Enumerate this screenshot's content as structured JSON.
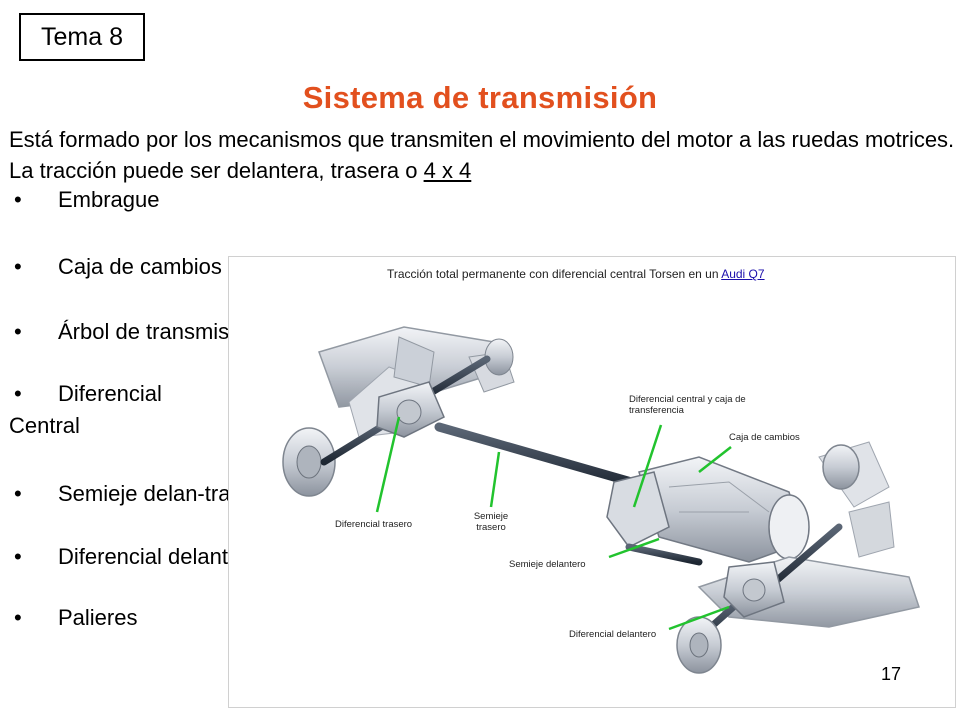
{
  "tema_label": "Tema 8",
  "title": "Sistema de transmisión",
  "intro": {
    "text_before": "Está formado por los mecanismos que transmiten el movimiento del motor a las ruedas motrices. La tracción puede ser delantera, trasera o ",
    "underlined": "4 x 4"
  },
  "bullets": [
    {
      "text": "Embrague"
    },
    {
      "text": "Caja de cambios"
    },
    {
      "text": "Árbol de transmisión"
    },
    {
      "text": "Diferencial",
      "continuation": "Central"
    },
    {
      "text": "Semieje delan-tras"
    },
    {
      "text": "Diferencial delant-tras"
    },
    {
      "text": "Palieres"
    }
  ],
  "bullet_symbol": "•",
  "figure": {
    "title_prefix": "Tracción total permanente con diferencial central Torsen en un ",
    "title_link": "Audi Q7",
    "callouts": {
      "diferencial_central": "Diferencial central y caja de transferencia",
      "caja_cambios": "Caja de cambios",
      "diferencial_trasero": "Diferencial trasero",
      "semieje_trasero": "Semieje trasero",
      "semieje_delantero": "Semieje delantero",
      "diferencial_delantero": "Diferencial delantero"
    },
    "callout_color": "#22c32e"
  },
  "page_number": "17",
  "colors": {
    "title": "#e2501e",
    "link": "#1a0dab"
  }
}
